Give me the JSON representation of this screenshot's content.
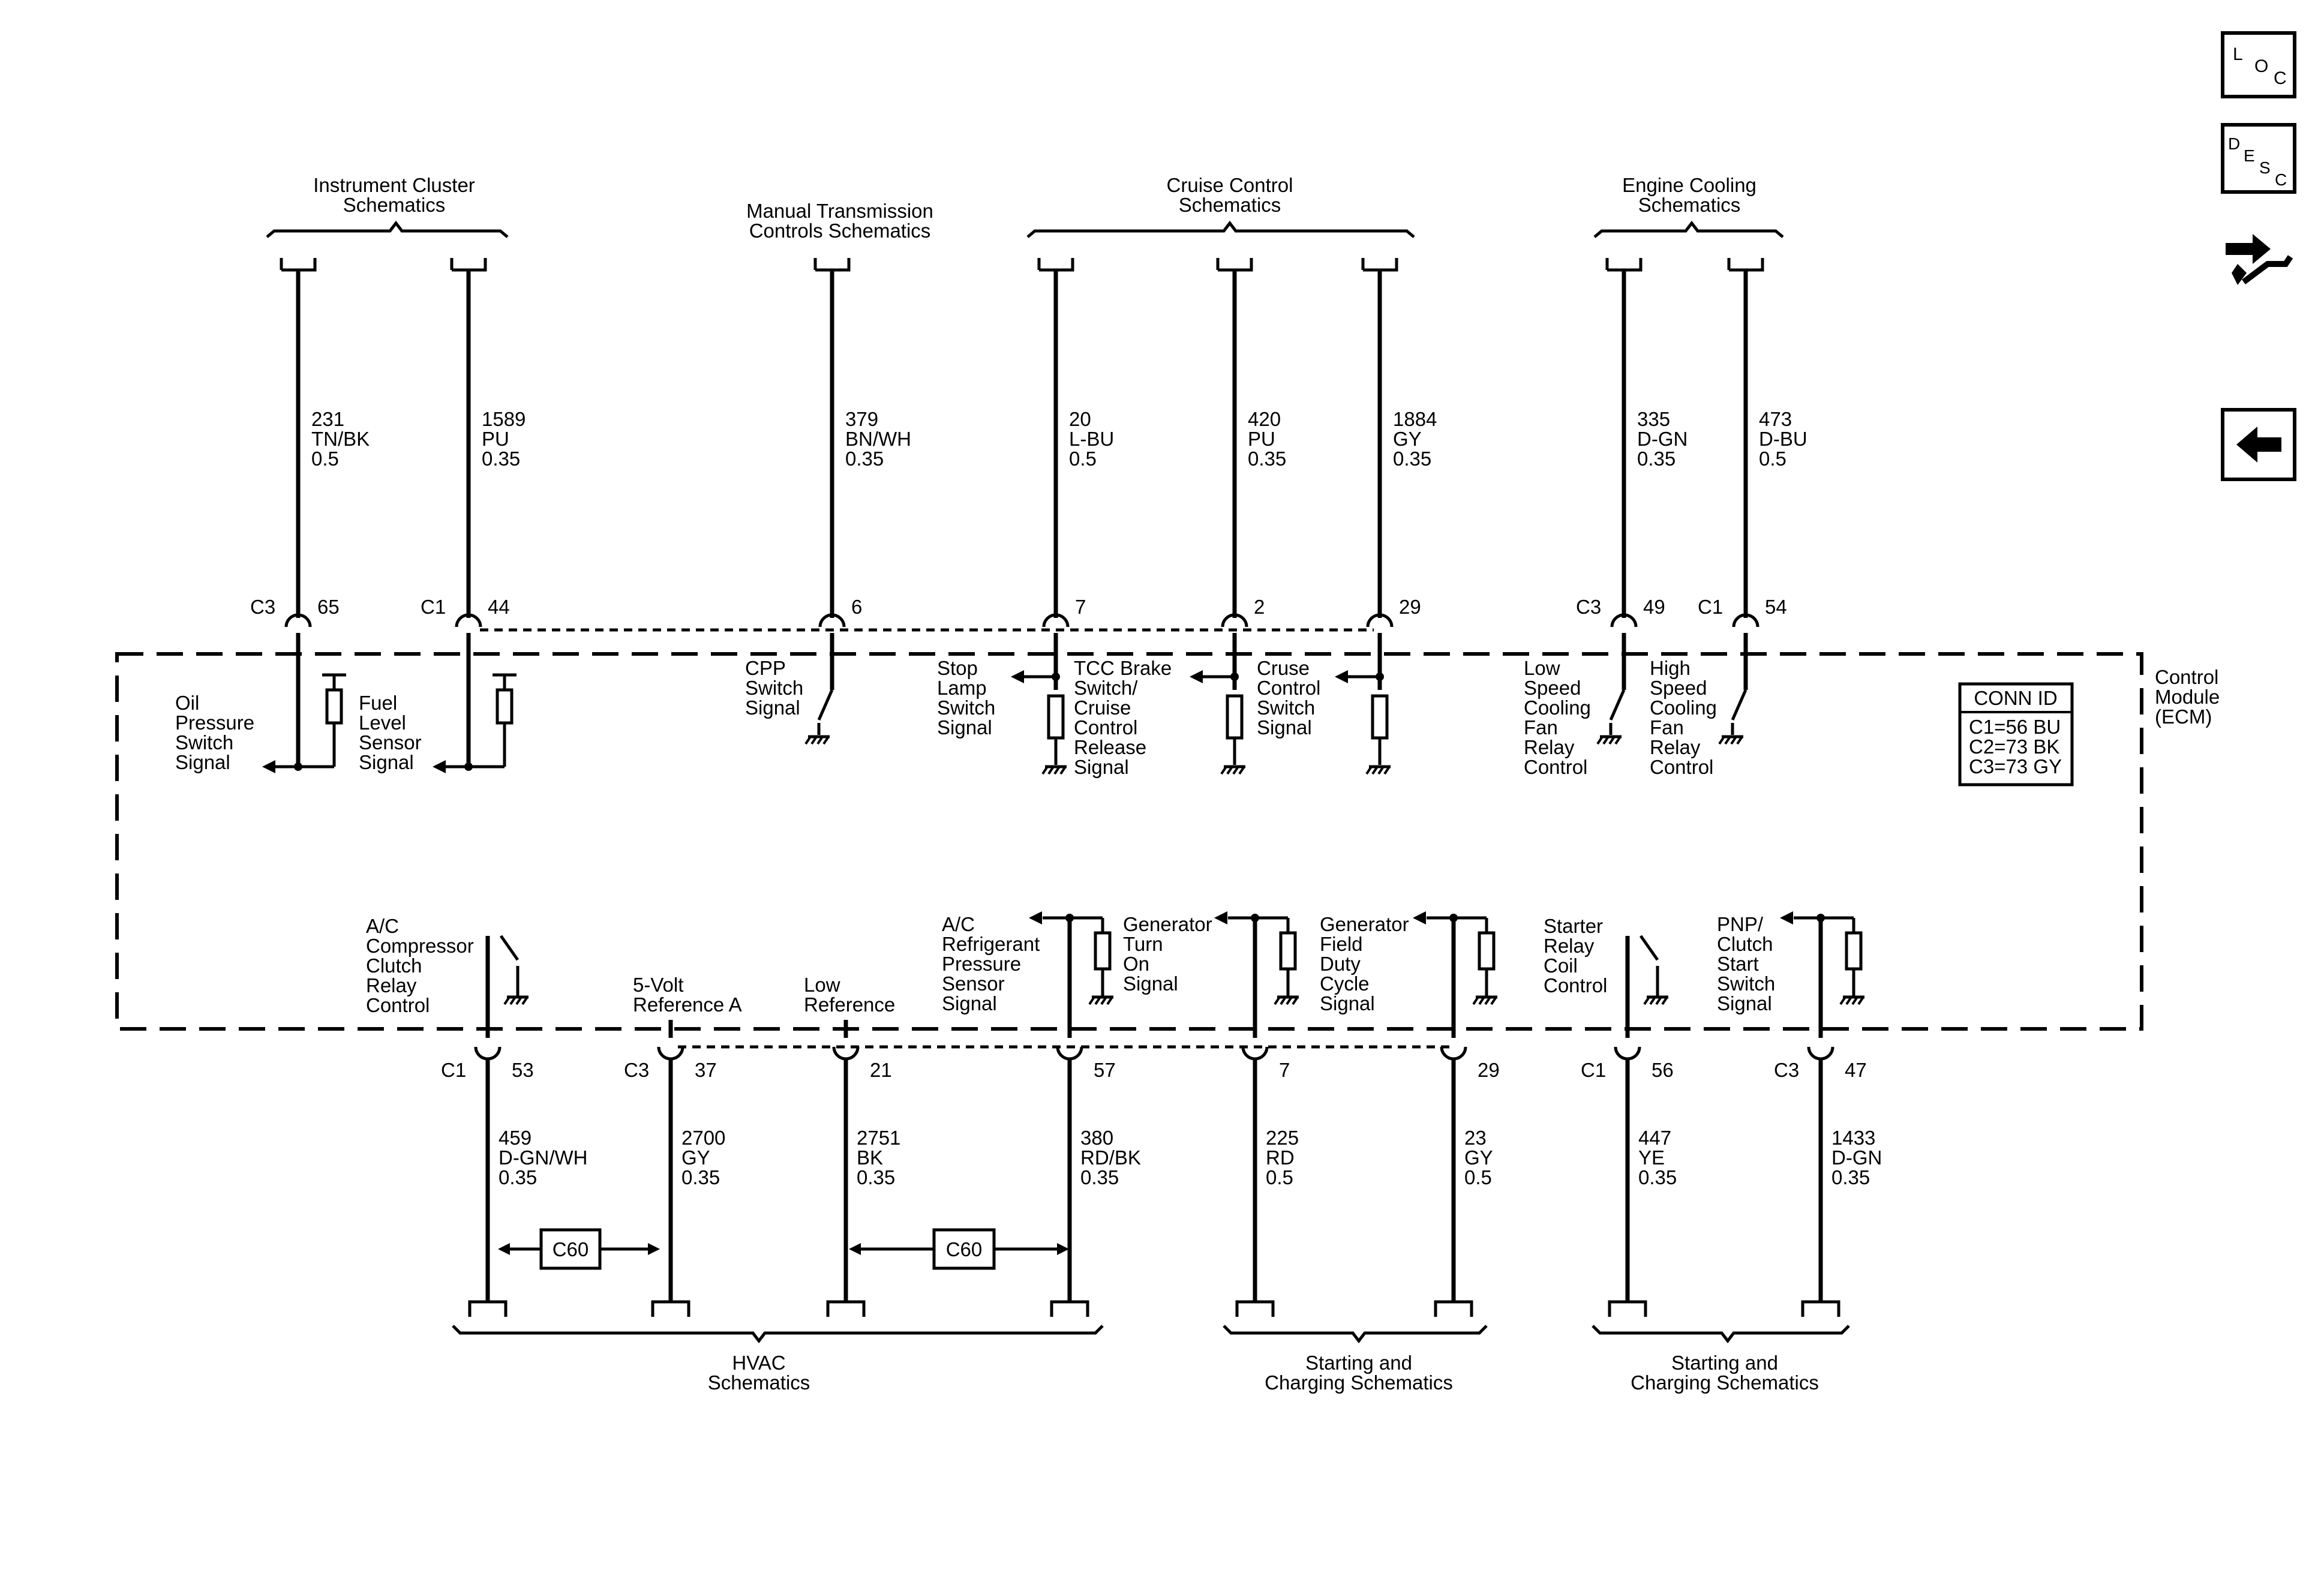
{
  "top_groups": [
    {
      "id": "ic",
      "lines": [
        "Instrument Cluster",
        "Schematics"
      ]
    },
    {
      "id": "mt",
      "lines": [
        "Manual Transmission",
        "Controls Schematics"
      ]
    },
    {
      "id": "cc",
      "lines": [
        "Cruise Control",
        "Schematics"
      ]
    },
    {
      "id": "ec",
      "lines": [
        "Engine Cooling",
        "Schematics"
      ]
    }
  ],
  "bottom_groups": [
    {
      "id": "hvac",
      "lines": [
        "HVAC",
        "Schematics"
      ]
    },
    {
      "id": "sc1",
      "lines": [
        "Starting and",
        "Charging Schematics"
      ]
    },
    {
      "id": "sc2",
      "lines": [
        "Starting and",
        "Charging Schematics"
      ]
    }
  ],
  "top_wires": [
    {
      "circuit": "231",
      "color": "TN/BK",
      "gauge": "0.5",
      "connector": "C3",
      "pin": "65",
      "function": [
        "Oil",
        "Pressure",
        "Switch",
        "Signal"
      ]
    },
    {
      "circuit": "1589",
      "color": "PU",
      "gauge": "0.35",
      "connector": "C1",
      "pin": "44",
      "function": [
        "Fuel",
        "Level",
        "Sensor",
        "Signal"
      ]
    },
    {
      "circuit": "379",
      "color": "BN/WH",
      "gauge": "0.35",
      "connector": "",
      "pin": "6",
      "function": [
        "CPP",
        "Switch",
        "Signal"
      ]
    },
    {
      "circuit": "20",
      "color": "L-BU",
      "gauge": "0.5",
      "connector": "",
      "pin": "7",
      "function": [
        "Stop",
        "Lamp",
        "Switch",
        "Signal"
      ]
    },
    {
      "circuit": "420",
      "color": "PU",
      "gauge": "0.35",
      "connector": "",
      "pin": "2",
      "function": [
        "TCC Brake",
        "Switch/",
        "Cruise",
        "Control",
        "Release",
        "Signal"
      ]
    },
    {
      "circuit": "1884",
      "color": "GY",
      "gauge": "0.35",
      "connector": "",
      "pin": "29",
      "function": [
        "Cruse",
        "Control",
        "Switch",
        "Signal"
      ]
    },
    {
      "circuit": "335",
      "color": "D-GN",
      "gauge": "0.35",
      "connector": "C3",
      "pin": "49",
      "function": [
        "Low",
        "Speed",
        "Cooling",
        "Fan",
        "Relay",
        "Control"
      ]
    },
    {
      "circuit": "473",
      "color": "D-BU",
      "gauge": "0.5",
      "connector": "C1",
      "pin": "54",
      "function": [
        "High",
        "Speed",
        "Cooling",
        "Fan",
        "Relay",
        "Control"
      ]
    }
  ],
  "bottom_wires": [
    {
      "circuit": "459",
      "color": "D-GN/WH",
      "gauge": "0.35",
      "connector": "C1",
      "pin": "53",
      "function": [
        "A/C",
        "Compressor",
        "Clutch",
        "Relay",
        "Control"
      ]
    },
    {
      "circuit": "2700",
      "color": "GY",
      "gauge": "0.35",
      "connector": "C3",
      "pin": "37",
      "function": [
        "5-Volt",
        "Reference A"
      ]
    },
    {
      "circuit": "2751",
      "color": "BK",
      "gauge": "0.35",
      "connector": "",
      "pin": "21",
      "function": [
        "Low",
        "Reference"
      ]
    },
    {
      "circuit": "380",
      "color": "RD/BK",
      "gauge": "0.35",
      "connector": "",
      "pin": "57",
      "function": [
        "A/C",
        "Refrigerant",
        "Pressure",
        "Sensor",
        "Signal"
      ]
    },
    {
      "circuit": "225",
      "color": "RD",
      "gauge": "0.5",
      "connector": "",
      "pin": "7",
      "function": [
        "Generator",
        "Turn",
        "On",
        "Signal"
      ]
    },
    {
      "circuit": "23",
      "color": "GY",
      "gauge": "0.5",
      "connector": "",
      "pin": "29",
      "function": [
        "Generator",
        "Field",
        "Duty",
        "Cycle",
        "Signal"
      ]
    },
    {
      "circuit": "447",
      "color": "YE",
      "gauge": "0.35",
      "connector": "C1",
      "pin": "56",
      "function": [
        "Starter",
        "Relay",
        "Coil",
        "Control"
      ]
    },
    {
      "circuit": "1433",
      "color": "D-GN",
      "gauge": "0.35",
      "connector": "C3",
      "pin": "47",
      "function": [
        "PNP/",
        "Clutch",
        "Start",
        "Switch",
        "Signal"
      ]
    }
  ],
  "module_label": [
    "Control",
    "Module",
    "(ECM)"
  ],
  "conn_id": {
    "title": "CONN ID",
    "rows": [
      "C1=56 BU",
      "C2=73 BK",
      "C3=73 GY"
    ]
  },
  "c60": [
    "C60",
    "C60"
  ],
  "nav": {
    "loc": [
      "L",
      "O",
      "C"
    ],
    "desc": [
      "D",
      "E",
      "S",
      "C"
    ]
  }
}
